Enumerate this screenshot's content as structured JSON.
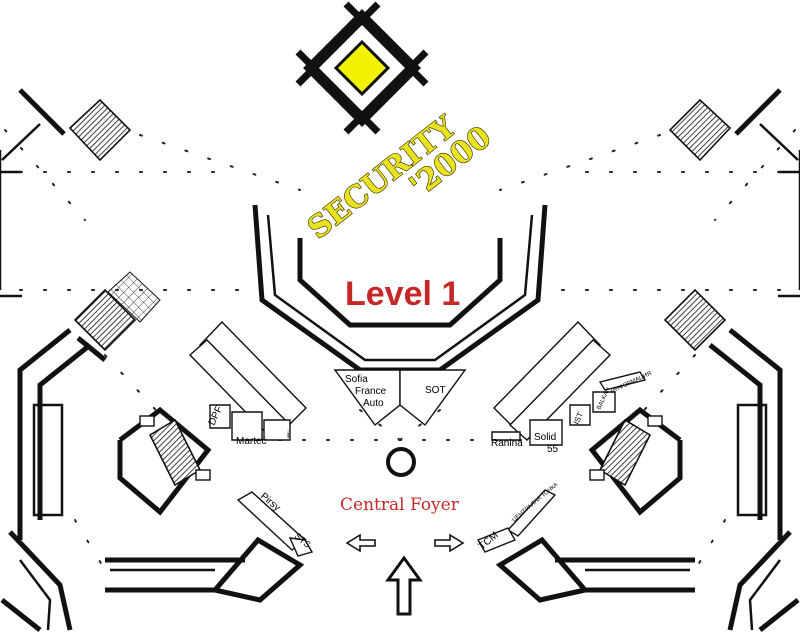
{
  "logo": {
    "line1": "SECURITY",
    "line2": "'2000",
    "accent_color": "#f2f200",
    "icon": "diamond-frame-icon"
  },
  "map": {
    "title": "Level 1",
    "hall_label": "Central Foyer",
    "title_color": "#c62828"
  },
  "booths": {
    "sofia": "Sofia",
    "france_auto_1": "France",
    "france_auto_2": "Auto",
    "sot": "SOT",
    "dpf": "DPF",
    "martec": "Martec",
    "info": "i",
    "ranina": "Ranina",
    "solid_55_1": "Solid",
    "solid_55_2": "55",
    "ist": "IST",
    "balkan": "BALKAN",
    "pirsy": "Pirsy",
    "sts": "STS",
    "tcm": "TCM",
    "small_right_1": "ИНФОРМАЦИЯ",
    "small_right_2": "ЦЕНТРАЛНА ТОЧКА"
  },
  "icons": [
    "entrance-arrow-icon",
    "left-arrow-icon",
    "right-arrow-icon",
    "fountain-icon",
    "staircase-icon"
  ]
}
